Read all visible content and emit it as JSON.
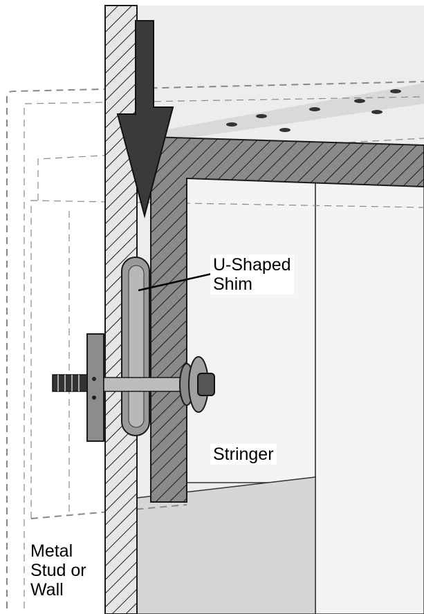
{
  "labels": {
    "shim": "U-Shaped\nShim",
    "stringer": "Stringer",
    "stud": "Metal\nStud or\nWall"
  },
  "colors": {
    "background": "#ffffff",
    "panel_light": "#ededed",
    "panel_mid": "#d6d6d6",
    "stringer_fill": "#8a8a8a",
    "stud_fill": "#e8e8e8",
    "hatch_stroke": "#1a1a1a",
    "shim_fill": "#9a9a9a",
    "arrow_fill": "#3a3a3a",
    "dashed_outline": "#888888"
  },
  "icons": {
    "direction_arrow": "down-arrow-icon",
    "fastener": "bolt-icon"
  }
}
